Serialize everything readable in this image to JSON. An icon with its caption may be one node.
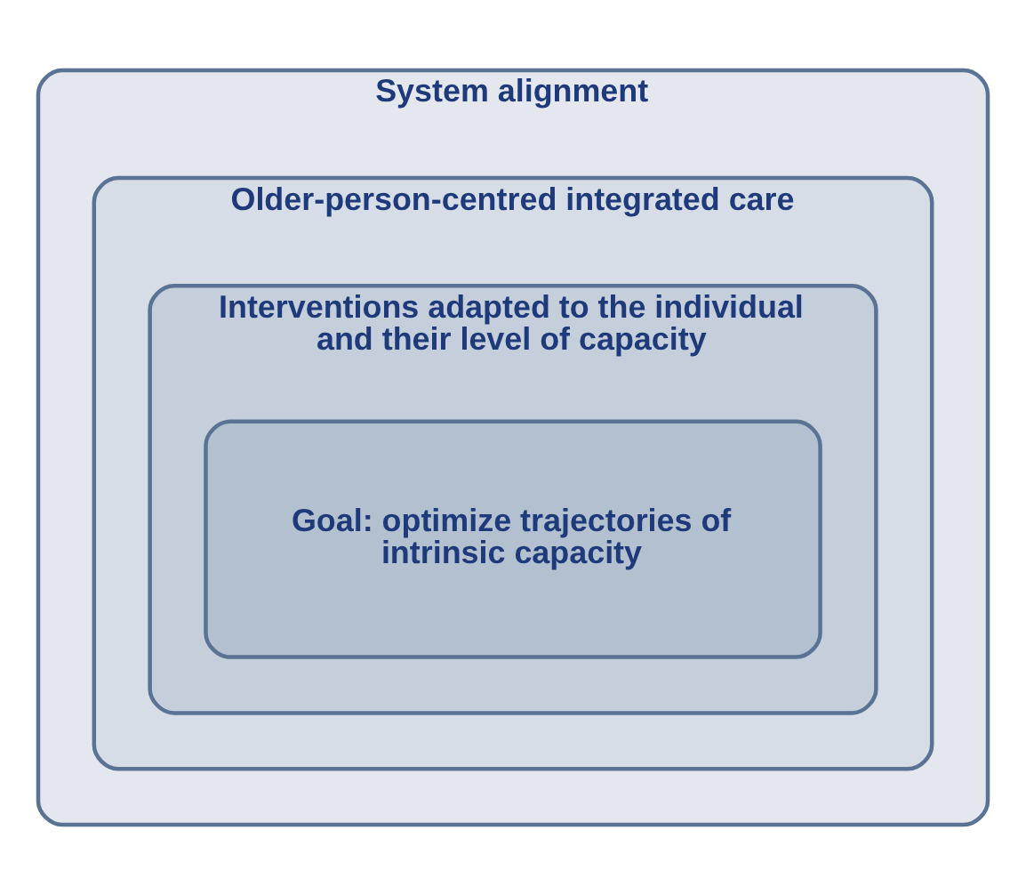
{
  "diagram": {
    "nodes": [
      {
        "text": [
          "System alignment"
        ]
      },
      {
        "text": [
          "Older-person-centred integrated care"
        ],
        "in": 0
      },
      {
        "text": [
          "Interventions adapted to the individual and their level of capacity"
        ],
        "in": 1
      },
      {
        "text": [
          "Goal: optimize trajectories of intrinsic capacity"
        ],
        "in": 2
      }
    ]
  }
}
